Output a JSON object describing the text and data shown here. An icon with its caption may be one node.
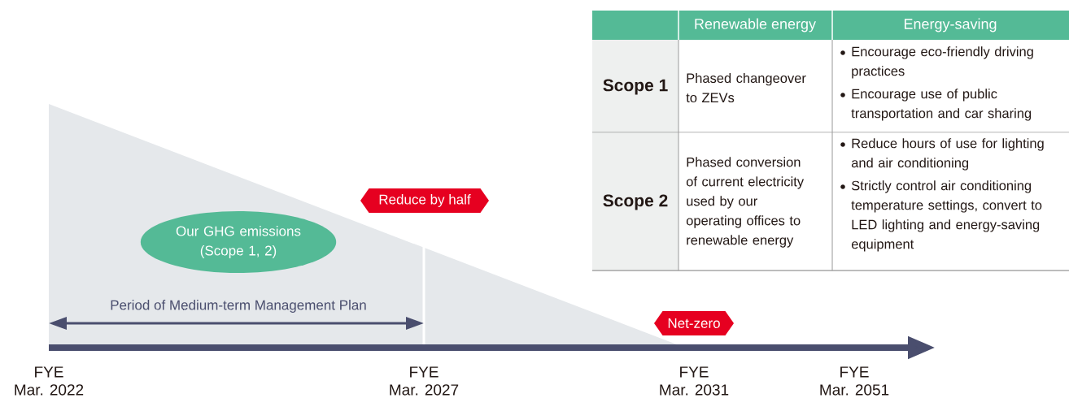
{
  "diagram": {
    "nodes": [
      {
        "text": [
          "Reduce by half"
        ]
      },
      {
        "text": [
          "Our GHG emissions (Scope 1, 2)"
        ]
      },
      {
        "text": [
          "Net-zero"
        ]
      }
    ],
    "labels": [
      "Renewable energy",
      "Energy-saving",
      "Scope 1",
      "Phased changeover to ZEVs",
      "Encourage eco-friendly driving practices",
      "Encourage use of public transportation and car sharing",
      "Scope 2",
      "Phased conversion of current electricity used by our operating offices to renewable energy",
      "Reduce hours of use for lighting and air conditioning",
      "Strictly control air conditioning temperature settings, convert to LED lighting and energy-saving equipment",
      "Period of Medium-term Management Plan",
      "FYE Mar. 2022",
      "FYE Mar. 2027",
      "FYE Mar. 2031",
      "FYE Mar. 2051"
    ]
  }
}
